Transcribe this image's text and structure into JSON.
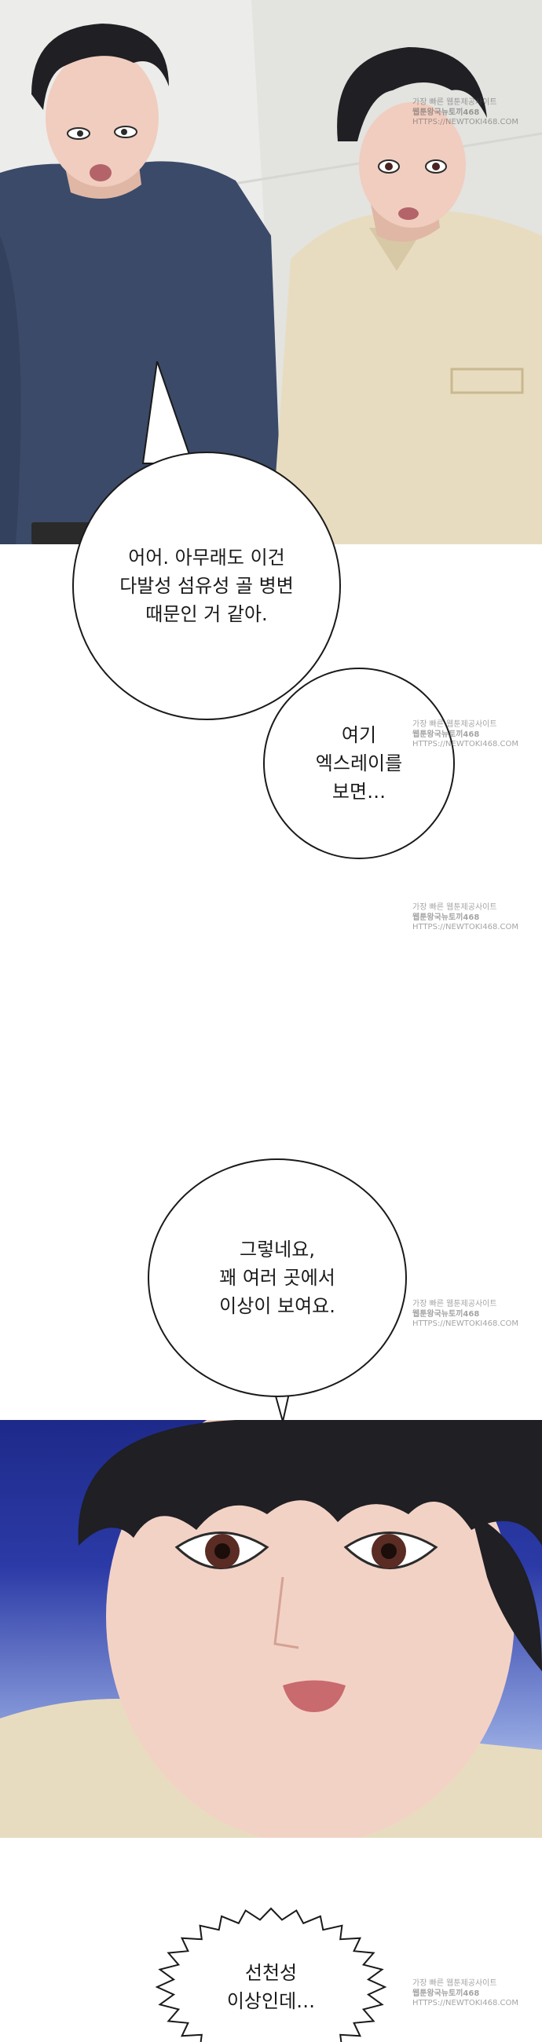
{
  "bubbles": {
    "b1": "어어. 아무래도 이건\n다발성 섬유성 골 병변\n때문인 거 같아.",
    "b2": "여기\n엑스레이를\n보면…",
    "b3": "그렇네요,\n꽤 여러 곳에서\n이상이 보여요.",
    "b4": "선천성\n이상인데…"
  },
  "watermark": {
    "line1": "가장 빠른 웹툰제공사이트",
    "line2": "웹툰왕국뉴토끼468",
    "line3": "HTTPS://NEWTOKI468.COM"
  },
  "colors": {
    "panel1_bg": "#ececea",
    "panel2_sky_top": "#1e2a8a",
    "panel2_sky_bottom": "#e6e9f6",
    "bubble_border": "#1a1a1a",
    "sweater": "#3b4a68",
    "shirt": "#e8dcc0",
    "hair": "#1f1f24",
    "skin": "#f1cdbf"
  }
}
